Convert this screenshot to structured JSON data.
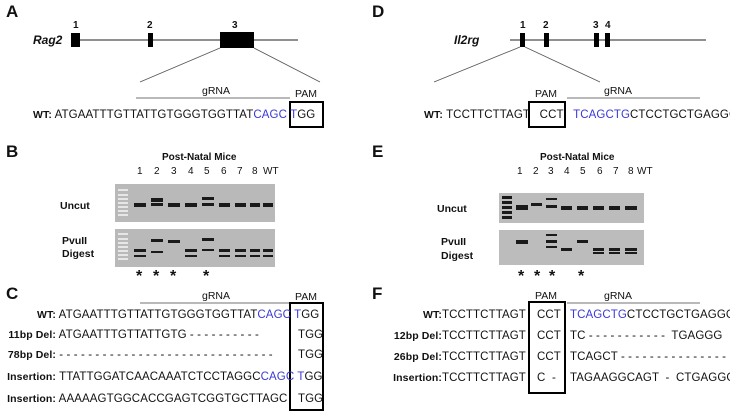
{
  "panels": {
    "A": {
      "letter": "A",
      "gene": "Rag2",
      "exons": [
        "1",
        "2",
        "3"
      ],
      "grna": "gRNA",
      "pam": "PAM",
      "wt_label": "WT:",
      "wt_seq": "ATGAATTTGTTATTGTGGGTGGTTAT",
      "wt_blue": "CAGC",
      "pam_seq_blue": "T",
      "pam_seq": "GG"
    },
    "D": {
      "letter": "D",
      "gene": "Il2rg",
      "exons": [
        "1",
        "2",
        "3",
        "4"
      ],
      "grna": "gRNA",
      "pam": "PAM",
      "wt_label": "WT:",
      "wt_pre": "TCCTTCTTAGT",
      "pam_seq": "CCT",
      "wt_blue": "TCAGCTG",
      "wt_post": "CTCCTGCTGAGGG"
    },
    "B": {
      "letter": "B",
      "title": "Post-Natal Mice",
      "lanes": [
        "1",
        "2",
        "3",
        "4",
        "5",
        "6",
        "7",
        "8",
        "WT"
      ],
      "row1": "Uncut",
      "row2a": "PvuII",
      "row2b": "Digest",
      "stars": [
        "*",
        "*",
        "*",
        "*"
      ]
    },
    "E": {
      "letter": "E",
      "title": "Post-Natal Mice",
      "lanes": [
        "1",
        "2",
        "3",
        "4",
        "5",
        "6",
        "7",
        "8",
        "WT"
      ],
      "row1": "Uncut",
      "row2a": "PvuII",
      "row2b": "Digest",
      "stars": [
        "*",
        "*",
        "*",
        "*"
      ]
    },
    "C": {
      "letter": "C",
      "grna": "gRNA",
      "pam": "PAM",
      "rows": [
        {
          "label": "WT:",
          "seq": "ATGAATTTGTTATTGTGGGTGGTTAT",
          "blue": "CAGC",
          "pam_blue": "T",
          "pam": "GG"
        },
        {
          "label": "11bp Del:",
          "seq": "ATGAATTTGTTATTGTG - - - - - - - - - -",
          "blue": "",
          "pam_blue": "",
          "pam": "TGG"
        },
        {
          "label": "78bp Del:",
          "seq": "- - - - - - - - - - - - - - - - - - - - - - - - - - - - - -",
          "blue": "",
          "pam_blue": "",
          "pam": "TGG"
        },
        {
          "label": "Insertion:",
          "seq": "TTATTGGATCAACAAATCTCCTAGGC",
          "blue": "CAGC",
          "pam_blue": "T",
          "pam": "GG"
        },
        {
          "label": "Insertion:",
          "seq": "AAAAAGTGGCACCGAGTCGGTGCTTAGC",
          "blue": "",
          "pam_blue": "",
          "pam": "TGG"
        }
      ]
    },
    "F": {
      "letter": "F",
      "grna": "gRNA",
      "pam": "PAM",
      "rows": [
        {
          "label": "WT:",
          "pre": "TCCTTCTTAGT",
          "pam": "CCT",
          "blue": "TCAGCTG",
          "post": "CTCCTGCTGAGGG"
        },
        {
          "label": "12bp Del:",
          "pre": "TCCTTCTTAGT",
          "pam": "CCT",
          "blue": "",
          "post": "TC - - - - - - - - - - -  TGAGGG"
        },
        {
          "label": "26bp Del:",
          "pre": "TCCTTCTTAGT",
          "pam": "CCT",
          "blue": "",
          "post": "TCAGCT - - - - - - - - - - - - - - -"
        },
        {
          "label": "Insertion:",
          "pre": "TCCTTCTTAGT",
          "pam": "C  -",
          "blue": "",
          "post": "TAGAAGGCAGT  -  CTGAGGG"
        }
      ]
    }
  }
}
